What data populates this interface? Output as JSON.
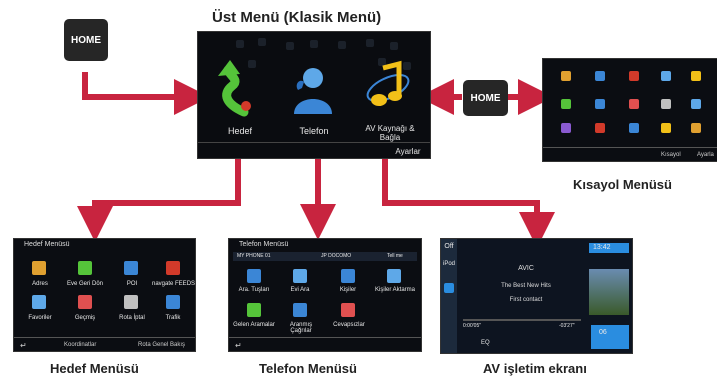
{
  "top_menu": {
    "title": "Üst Menü (Klasik Menü)",
    "items": [
      {
        "label": "Hedef",
        "icon": "destination-arrow-icon"
      },
      {
        "label": "Telefon",
        "icon": "phone-person-icon"
      },
      {
        "label_line1": "AV Kaynağı &",
        "label_line2": "Bağla",
        "icon": "music-note-icon"
      }
    ],
    "footer_right": "Ayarlar"
  },
  "home_label": "HOME",
  "shortcut_menu": {
    "title": "Kısayol Menüsü",
    "footer_left": "Kısayol",
    "footer_right": "Ayarla"
  },
  "destination_menu": {
    "title": "Hedef Menüsü",
    "screen_title": "Hedef Menüsü",
    "items": [
      "Adres",
      "Eve Geri Dön",
      "POI",
      "navgate FEEDS",
      "Favoriler",
      "Geçmiş",
      "Rota İptal",
      "Trafik"
    ],
    "footer_left": "Koordinatlar",
    "footer_right": "Rota Genel Bakış"
  },
  "phone_menu": {
    "title": "Telefon Menüsü",
    "screen_title": "Telefon Menüsü",
    "status_left": "MY PHONE 01",
    "status_mid": "JP DOCOMO",
    "status_right": "Tell me",
    "items": [
      "Ara. Tuşları",
      "Evi Ara",
      "Kişiler",
      "Kişiler Aktarma",
      "Gelen Aramalar",
      "Aranmış Çağrılar",
      "Cevapsızlar"
    ]
  },
  "av_screen": {
    "title": "AV işletim ekranı",
    "left_tabs": [
      "Off",
      "iPod"
    ],
    "time": "13:42",
    "source": "AVIC",
    "song": "The Best New Hits",
    "artist": "First contact",
    "elapsed": "0:00'05\"",
    "remaining": "-03'27\"",
    "track_count": "06",
    "eq_label": "EQ",
    "colors": {
      "accent": "#2a8de0"
    }
  },
  "colors": {
    "arrow": "#c8243f",
    "screen": "#0b0d12"
  }
}
